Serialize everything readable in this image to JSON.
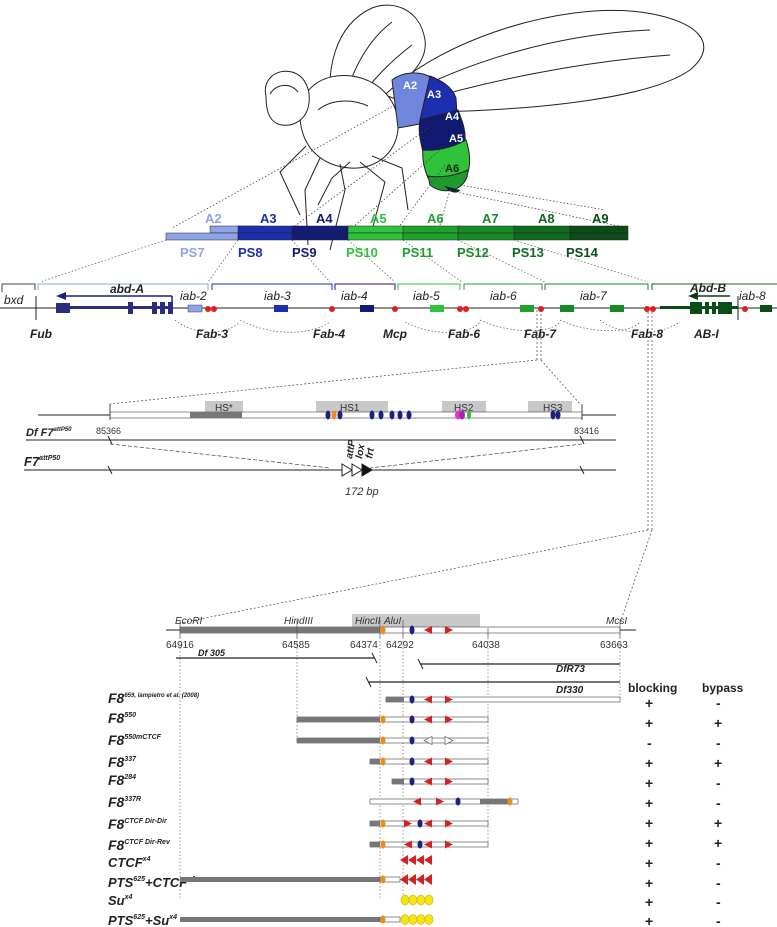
{
  "segments": [
    {
      "label": "A2",
      "color": "#6f86dc",
      "text": "#ffffff"
    },
    {
      "label": "A3",
      "color": "#1c2fae",
      "text": "#ffffff"
    },
    {
      "label": "A4",
      "color": "#101a70",
      "text": "#ffffff"
    },
    {
      "label": "A5",
      "color": "#2fc23a",
      "text": "#ffffff"
    },
    {
      "label": "A6",
      "color": "#1e9a2e",
      "text": "#0e2a10"
    }
  ],
  "a_labels": [
    {
      "label": "A2",
      "color": "#8fa4e8"
    },
    {
      "label": "A3",
      "color": "#1c2fae"
    },
    {
      "label": "A4",
      "color": "#131d78"
    },
    {
      "label": "A5",
      "color": "#2fc23a"
    },
    {
      "label": "A6",
      "color": "#1fa12e"
    },
    {
      "label": "A7",
      "color": "#178a28"
    },
    {
      "label": "A8",
      "color": "#0f6a1e"
    },
    {
      "label": "A9",
      "color": "#0b4d16"
    }
  ],
  "ps_labels": [
    {
      "label": "PS7",
      "color": "#8fa4e8"
    },
    {
      "label": "PS8",
      "color": "#1c2fae"
    },
    {
      "label": "PS9",
      "color": "#131d78"
    },
    {
      "label": "PS10",
      "color": "#2fc23a"
    },
    {
      "label": "PS11",
      "color": "#1fa12e"
    },
    {
      "label": "PS12",
      "color": "#178a28"
    },
    {
      "label": "PS13",
      "color": "#0f6a1e"
    },
    {
      "label": "PS14",
      "color": "#0b4d16"
    }
  ],
  "bx": {
    "bxd": "bxd",
    "abdA": "abd-A",
    "AbdB": "Abd-B",
    "iab": [
      "iab-2",
      "iab-3",
      "iab-4",
      "iab-5",
      "iab-6",
      "iab-7",
      "iab-8"
    ],
    "boundaries": [
      "Fub",
      "Fab-3",
      "Fab-4",
      "Mcp",
      "Fab-6",
      "Fab-7",
      "Fab-8",
      "AB-I"
    ]
  },
  "fab7": {
    "hs": [
      "HS*",
      "HS1",
      "HS2",
      "HS3"
    ],
    "df_label": "Df F7",
    "df_sup": "attP50",
    "coord_left": "85366",
    "coord_right": "83416",
    "f7_label": "F7",
    "f7_sup": "attP50",
    "elems": [
      "attP",
      "lox",
      "frt"
    ],
    "size": "172 bp"
  },
  "fab8": {
    "sites": [
      "EcoRI",
      "HindIII",
      "HincII",
      "AluI",
      "McsI"
    ],
    "coords": [
      "64916",
      "64585",
      "64374",
      "64292",
      "64038",
      "63663"
    ],
    "dfs": [
      "Df 305",
      "DfR73",
      "Df330"
    ],
    "col_blocking": "blocking",
    "col_bypass": "bypass"
  },
  "constructs": [
    {
      "name": "F8",
      "sup": "659, Iampietro et al. (2008)",
      "blocking": "+",
      "bypass": "-"
    },
    {
      "name": "F8",
      "sup": "550",
      "blocking": "+",
      "bypass": "+"
    },
    {
      "name": "F8",
      "sup": "550mCTCF",
      "blocking": "-",
      "bypass": "-"
    },
    {
      "name": "F8",
      "sup": "337",
      "blocking": "+",
      "bypass": "+"
    },
    {
      "name": "F8",
      "sup": "284",
      "blocking": "+",
      "bypass": "-"
    },
    {
      "name": "F8",
      "sup": "337R",
      "blocking": "+",
      "bypass": "-"
    },
    {
      "name": "F8",
      "sup": "CTCF Dir-Dir",
      "blocking": "+",
      "bypass": "+"
    },
    {
      "name": "F8",
      "sup": "CTCF Dir-Rev",
      "blocking": "+",
      "bypass": "+"
    },
    {
      "name": "CTCF",
      "sup": "x4",
      "blocking": "+",
      "bypass": "-"
    },
    {
      "name": "PTS",
      "sup": "625",
      "name2": "+CTCF",
      "sup2": "x4",
      "blocking": "+",
      "bypass": "-"
    },
    {
      "name": "Su",
      "sup": "x4",
      "blocking": "+",
      "bypass": "-"
    },
    {
      "name": "PTS",
      "sup": "625",
      "name2": "+Su",
      "sup2": "x4",
      "blocking": "+",
      "bypass": "-"
    }
  ]
}
